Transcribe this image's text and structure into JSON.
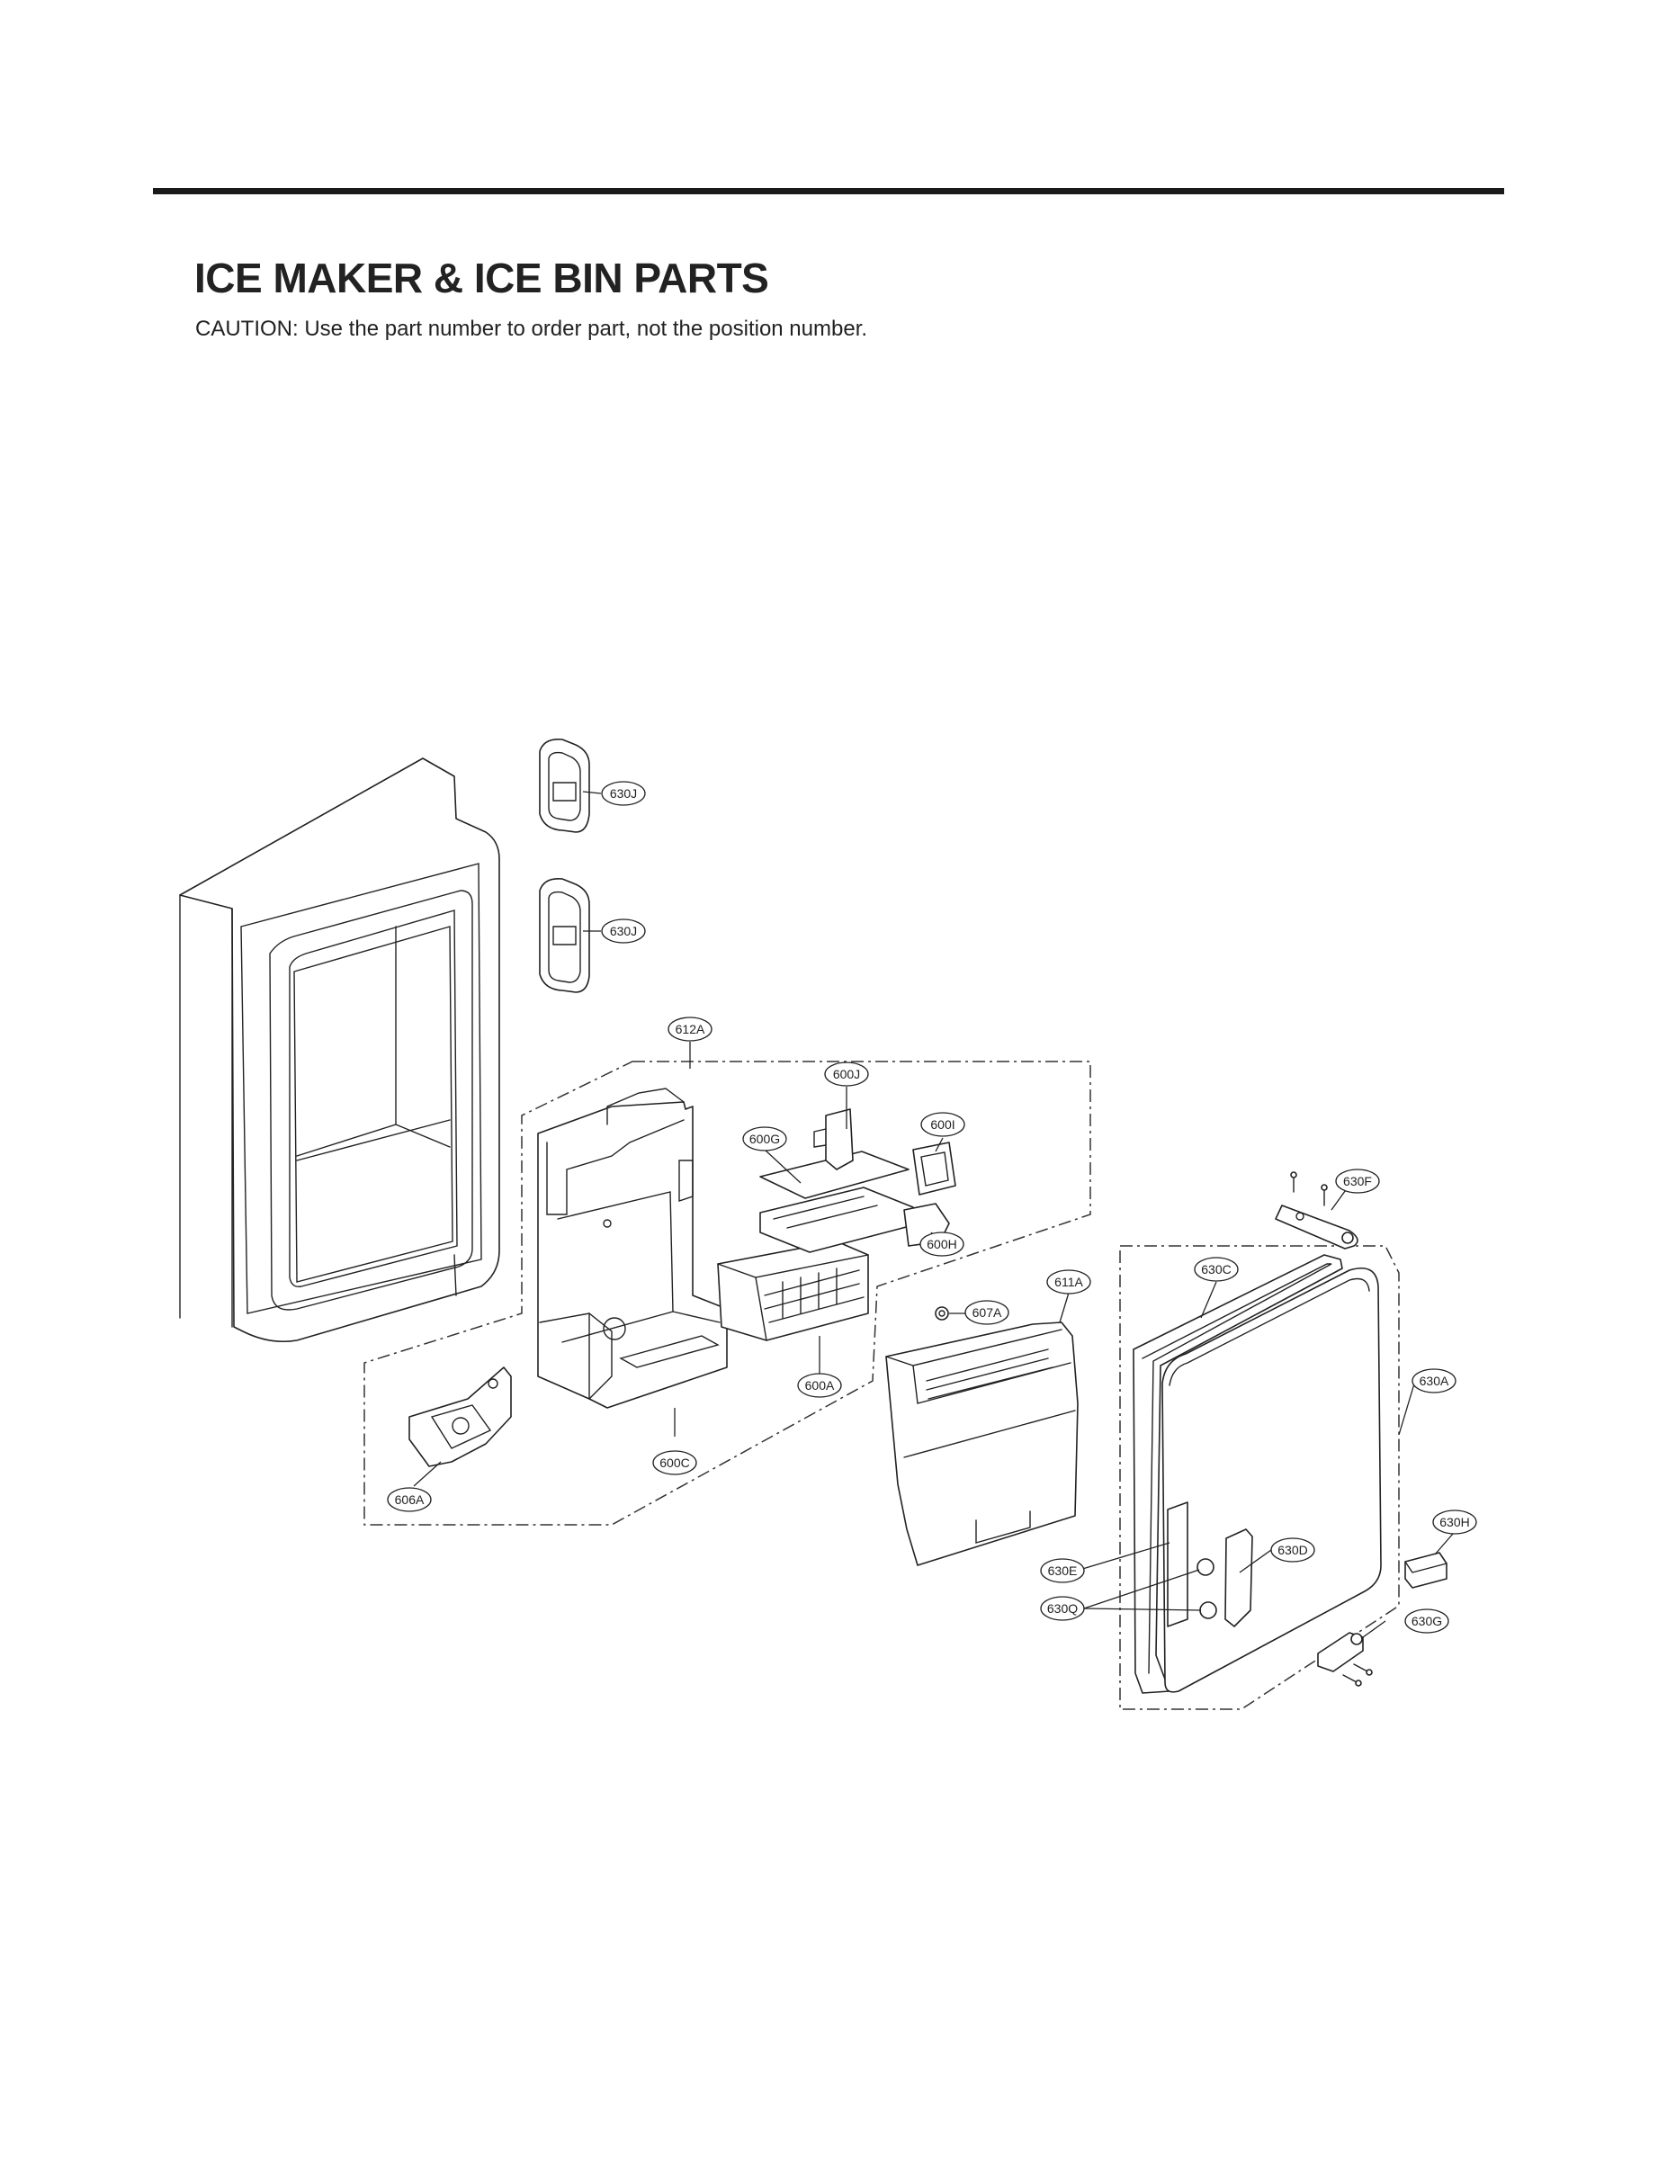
{
  "header": {
    "title": "ICE MAKER & ICE BIN PARTS",
    "caution": "CAUTION: Use the part number to order part, not the position number."
  },
  "diagram": {
    "callouts": [
      {
        "id": "630J-top",
        "label": "630J"
      },
      {
        "id": "630J-bottom",
        "label": "630J"
      },
      {
        "id": "612A",
        "label": "612A"
      },
      {
        "id": "600J",
        "label": "600J"
      },
      {
        "id": "600I",
        "label": "600I"
      },
      {
        "id": "600G",
        "label": "600G"
      },
      {
        "id": "600H",
        "label": "600H"
      },
      {
        "id": "630F",
        "label": "630F"
      },
      {
        "id": "630C",
        "label": "630C"
      },
      {
        "id": "611A",
        "label": "611A"
      },
      {
        "id": "607A",
        "label": "607A"
      },
      {
        "id": "600A",
        "label": "600A"
      },
      {
        "id": "630A",
        "label": "630A"
      },
      {
        "id": "600C",
        "label": "600C"
      },
      {
        "id": "606A",
        "label": "606A"
      },
      {
        "id": "630H",
        "label": "630H"
      },
      {
        "id": "630D",
        "label": "630D"
      },
      {
        "id": "630E",
        "label": "630E"
      },
      {
        "id": "630Q",
        "label": "630Q"
      },
      {
        "id": "630G",
        "label": "630G"
      }
    ]
  }
}
